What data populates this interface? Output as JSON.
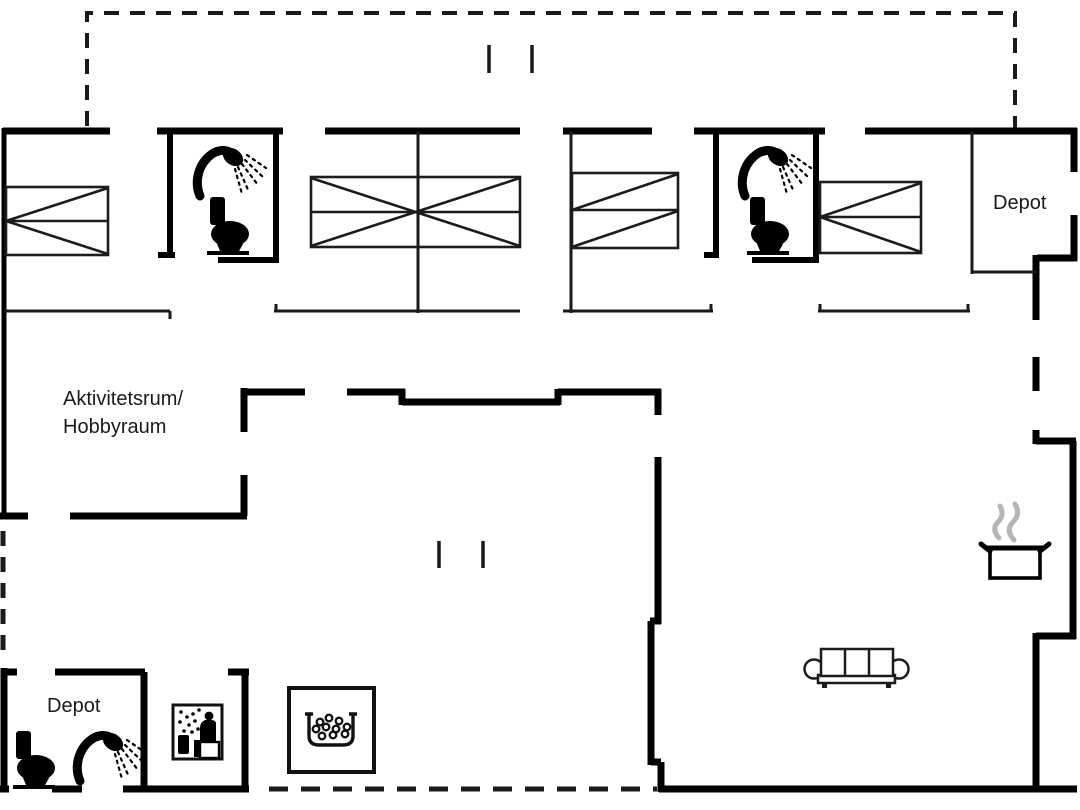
{
  "labels": {
    "activity_room_line1": "Aktivitetsrum/",
    "activity_room_line2": "Hobbyraum",
    "depot_upper": "Depot",
    "depot_lower": "Depot"
  },
  "colors": {
    "wall": "#000000",
    "background": "#ffffff",
    "steam": "#b5b5b5"
  },
  "icons": [
    "bed-icon",
    "shower-icon",
    "toilet-icon",
    "sauna-icon",
    "washing-tub-icon",
    "cooking-pot-icon",
    "steam-icon",
    "sofa-icon",
    "window-tick-icon",
    "terrace-dashed-boundary"
  ]
}
